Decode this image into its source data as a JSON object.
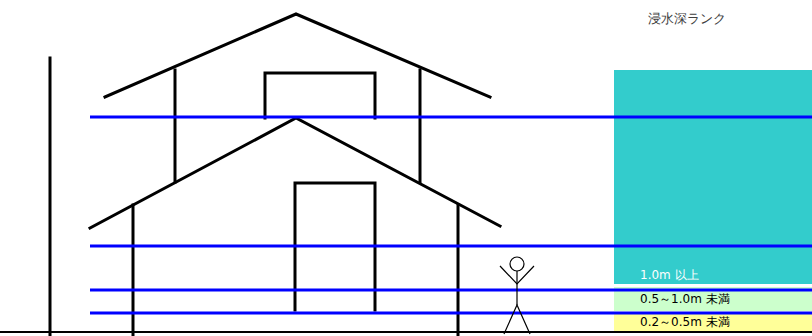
{
  "diagram": {
    "title": "浸水深ランク",
    "nodes": [
      {
        "text": [
          "1.0m 以上"
        ]
      },
      {
        "text": [
          "0.5～1.0m 未満"
        ]
      },
      {
        "text": [
          "0.2～0.5m 未満"
        ]
      }
    ]
  }
}
